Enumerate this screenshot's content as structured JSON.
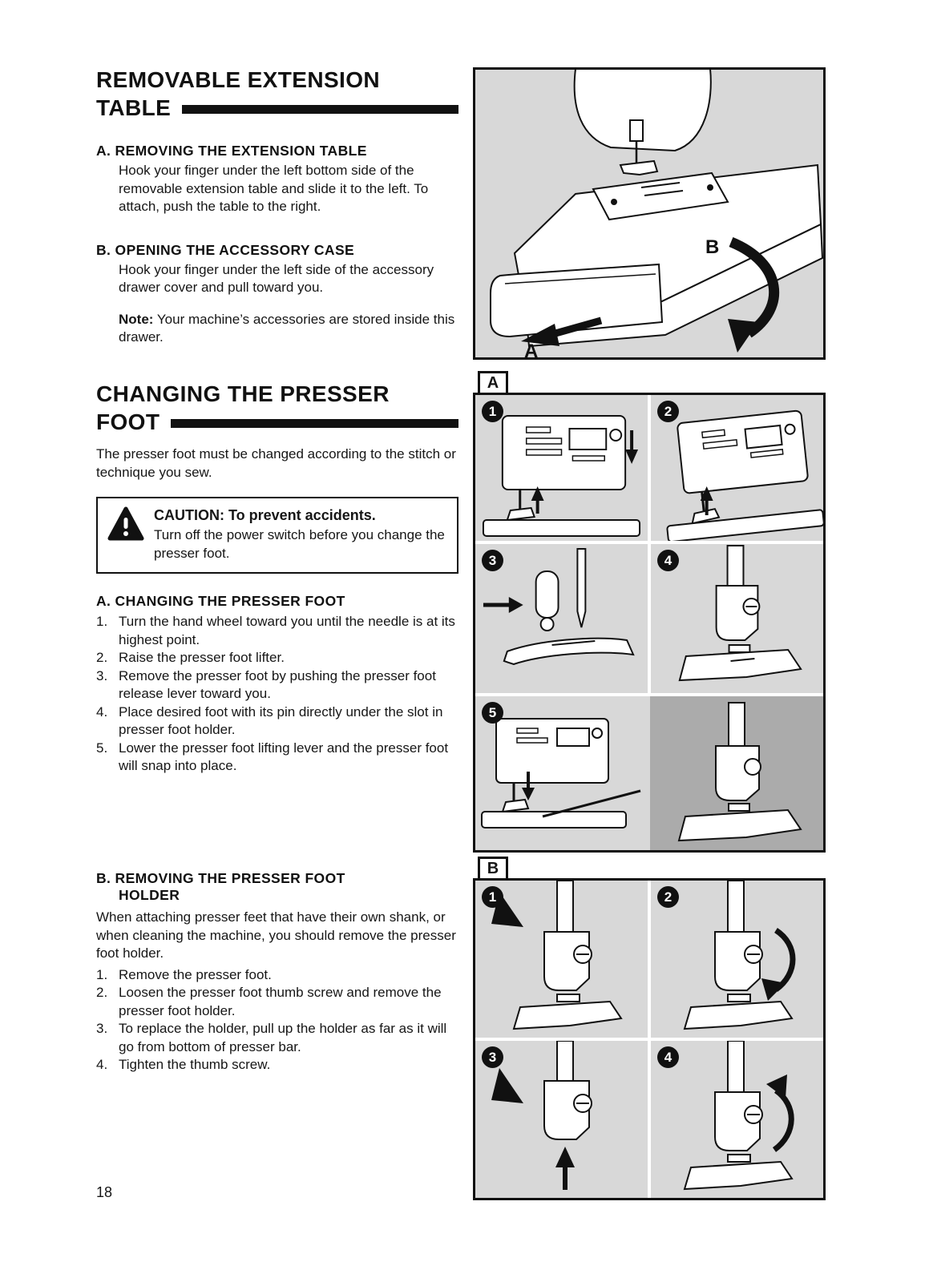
{
  "page_number": "18",
  "section1": {
    "title_line1": "REMOVABLE EXTENSION",
    "title_line2": "TABLE",
    "sub_a_heading": "A. REMOVING THE EXTENSION TABLE",
    "sub_a_body": "Hook your finger under the left bottom side of the removable extension table and slide it to the left. To attach, push the table to the right.",
    "sub_b_heading": "B. OPENING THE ACCESSORY CASE",
    "sub_b_body": "Hook your finger under the left side of the accessory drawer cover and pull toward you.",
    "note_label": "Note:",
    "note_body": "Your machine’s accessories are stored inside this drawer.",
    "figure": {
      "label_a": "A",
      "label_b": "B"
    }
  },
  "section2": {
    "title_line1": "CHANGING THE PRESSER",
    "title_line2": "FOOT",
    "intro": "The presser foot must be changed according to the stitch or technique you sew.",
    "caution_heading": "CAUTION: To prevent accidents.",
    "caution_body": "Turn off the power switch before you change the presser foot.",
    "sub_a_heading": "A. CHANGING THE PRESSER FOOT",
    "steps_a": [
      {
        "n": "1.",
        "text": "Turn the hand wheel toward you until the needle is at its highest point."
      },
      {
        "n": "2.",
        "text": "Raise the presser foot lifter."
      },
      {
        "n": "3.",
        "text": "Remove the presser foot by pushing the presser foot release lever toward you."
      },
      {
        "n": "4.",
        "text": "Place desired foot with its pin directly under the slot in presser foot holder."
      },
      {
        "n": "5.",
        "text": "Lower the presser foot lifting lever and the presser foot will snap into place."
      }
    ],
    "sub_b_heading_l1": "B. REMOVING THE PRESSER FOOT",
    "sub_b_heading_l2": "HOLDER",
    "sub_b_body": "When attaching presser feet that have their own shank, or when cleaning the machine, you should remove the presser foot holder.",
    "steps_b": [
      {
        "n": "1.",
        "text": "Remove the presser foot."
      },
      {
        "n": "2.",
        "text": "Loosen the presser foot thumb screw and remove the presser foot holder."
      },
      {
        "n": "3.",
        "text": "To replace the holder, pull up the holder as far as it will go from bottom of presser bar."
      },
      {
        "n": "4.",
        "text": "Tighten the thumb screw."
      }
    ]
  },
  "figures": {
    "a_label": "A",
    "b_label": "B",
    "a_panels": [
      "1",
      "2",
      "3",
      "4",
      "5"
    ],
    "b_panels": [
      "1",
      "2",
      "3",
      "4"
    ]
  },
  "colors": {
    "ink": "#111111",
    "panel_bg": "#d8d8d8",
    "panel_dark": "#ababab"
  }
}
